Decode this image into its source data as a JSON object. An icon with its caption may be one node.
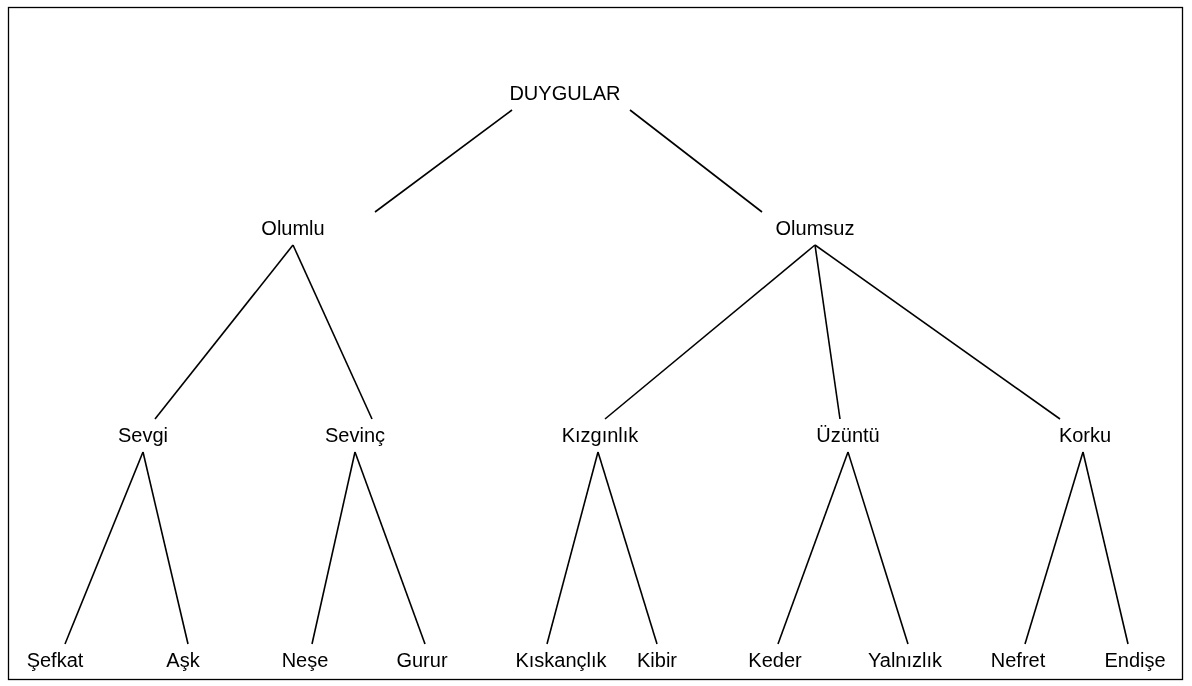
{
  "diagram": {
    "nodes": [
      {
        "text": [
          "DUYGULAR"
        ]
      },
      {
        "text": [
          "Olumlu"
        ]
      },
      {
        "text": [
          "Olumsuz"
        ]
      },
      {
        "text": [
          "Sevgi"
        ]
      },
      {
        "text": [
          "Sevinç"
        ]
      },
      {
        "text": [
          "Kızgınlık"
        ]
      },
      {
        "text": [
          "Üzüntü"
        ]
      },
      {
        "text": [
          "Korku"
        ]
      },
      {
        "text": [
          "Şefkat"
        ]
      },
      {
        "text": [
          "Aşk"
        ]
      },
      {
        "text": [
          "Neşe"
        ]
      },
      {
        "text": [
          "Gurur"
        ]
      },
      {
        "text": [
          "Kıskançlık"
        ]
      },
      {
        "text": [
          "Kibir"
        ]
      },
      {
        "text": [
          "Keder"
        ]
      },
      {
        "text": [
          "Yalnızlık"
        ]
      },
      {
        "text": [
          "Nefret"
        ]
      },
      {
        "text": [
          "Endişe"
        ]
      }
    ],
    "edges": [
      {
        "from": 0,
        "to": 1,
        "arrow": "none"
      },
      {
        "from": 0,
        "to": 2,
        "arrow": "none"
      },
      {
        "from": 1,
        "to": 3,
        "arrow": "none"
      },
      {
        "from": 1,
        "to": 4,
        "arrow": "none"
      },
      {
        "from": 2,
        "to": 5,
        "arrow": "none"
      },
      {
        "from": 2,
        "to": 6,
        "arrow": "none"
      },
      {
        "from": 2,
        "to": 7,
        "arrow": "none"
      },
      {
        "from": 3,
        "to": 8,
        "arrow": "none"
      },
      {
        "from": 3,
        "to": 9,
        "arrow": "none"
      },
      {
        "from": 4,
        "to": 10,
        "arrow": "none"
      },
      {
        "from": 4,
        "to": 11,
        "arrow": "none"
      },
      {
        "from": 5,
        "to": 12,
        "arrow": "none"
      },
      {
        "from": 5,
        "to": 13,
        "arrow": "none"
      },
      {
        "from": 6,
        "to": 14,
        "arrow": "none"
      },
      {
        "from": 6,
        "to": 15,
        "arrow": "none"
      },
      {
        "from": 7,
        "to": 16,
        "arrow": "none"
      },
      {
        "from": 7,
        "to": 17,
        "arrow": "none"
      }
    ]
  }
}
